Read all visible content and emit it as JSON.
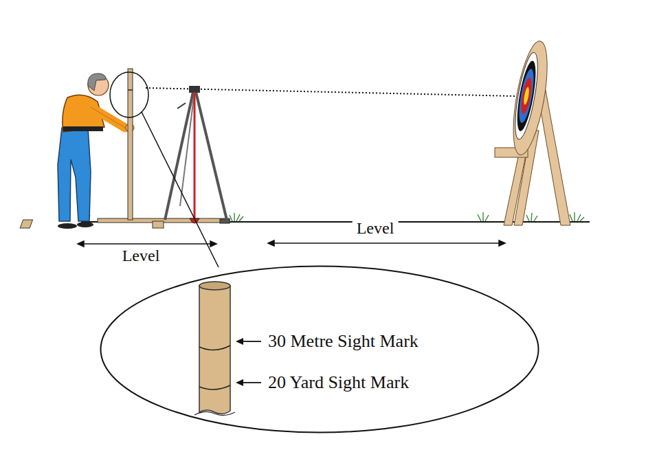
{
  "diagram": {
    "nodes": [
      {
        "text": [
          "30 Metre Sight Mark",
          "20 Yard Sight Mark"
        ]
      }
    ],
    "labels": [
      "Level",
      "Level"
    ]
  }
}
